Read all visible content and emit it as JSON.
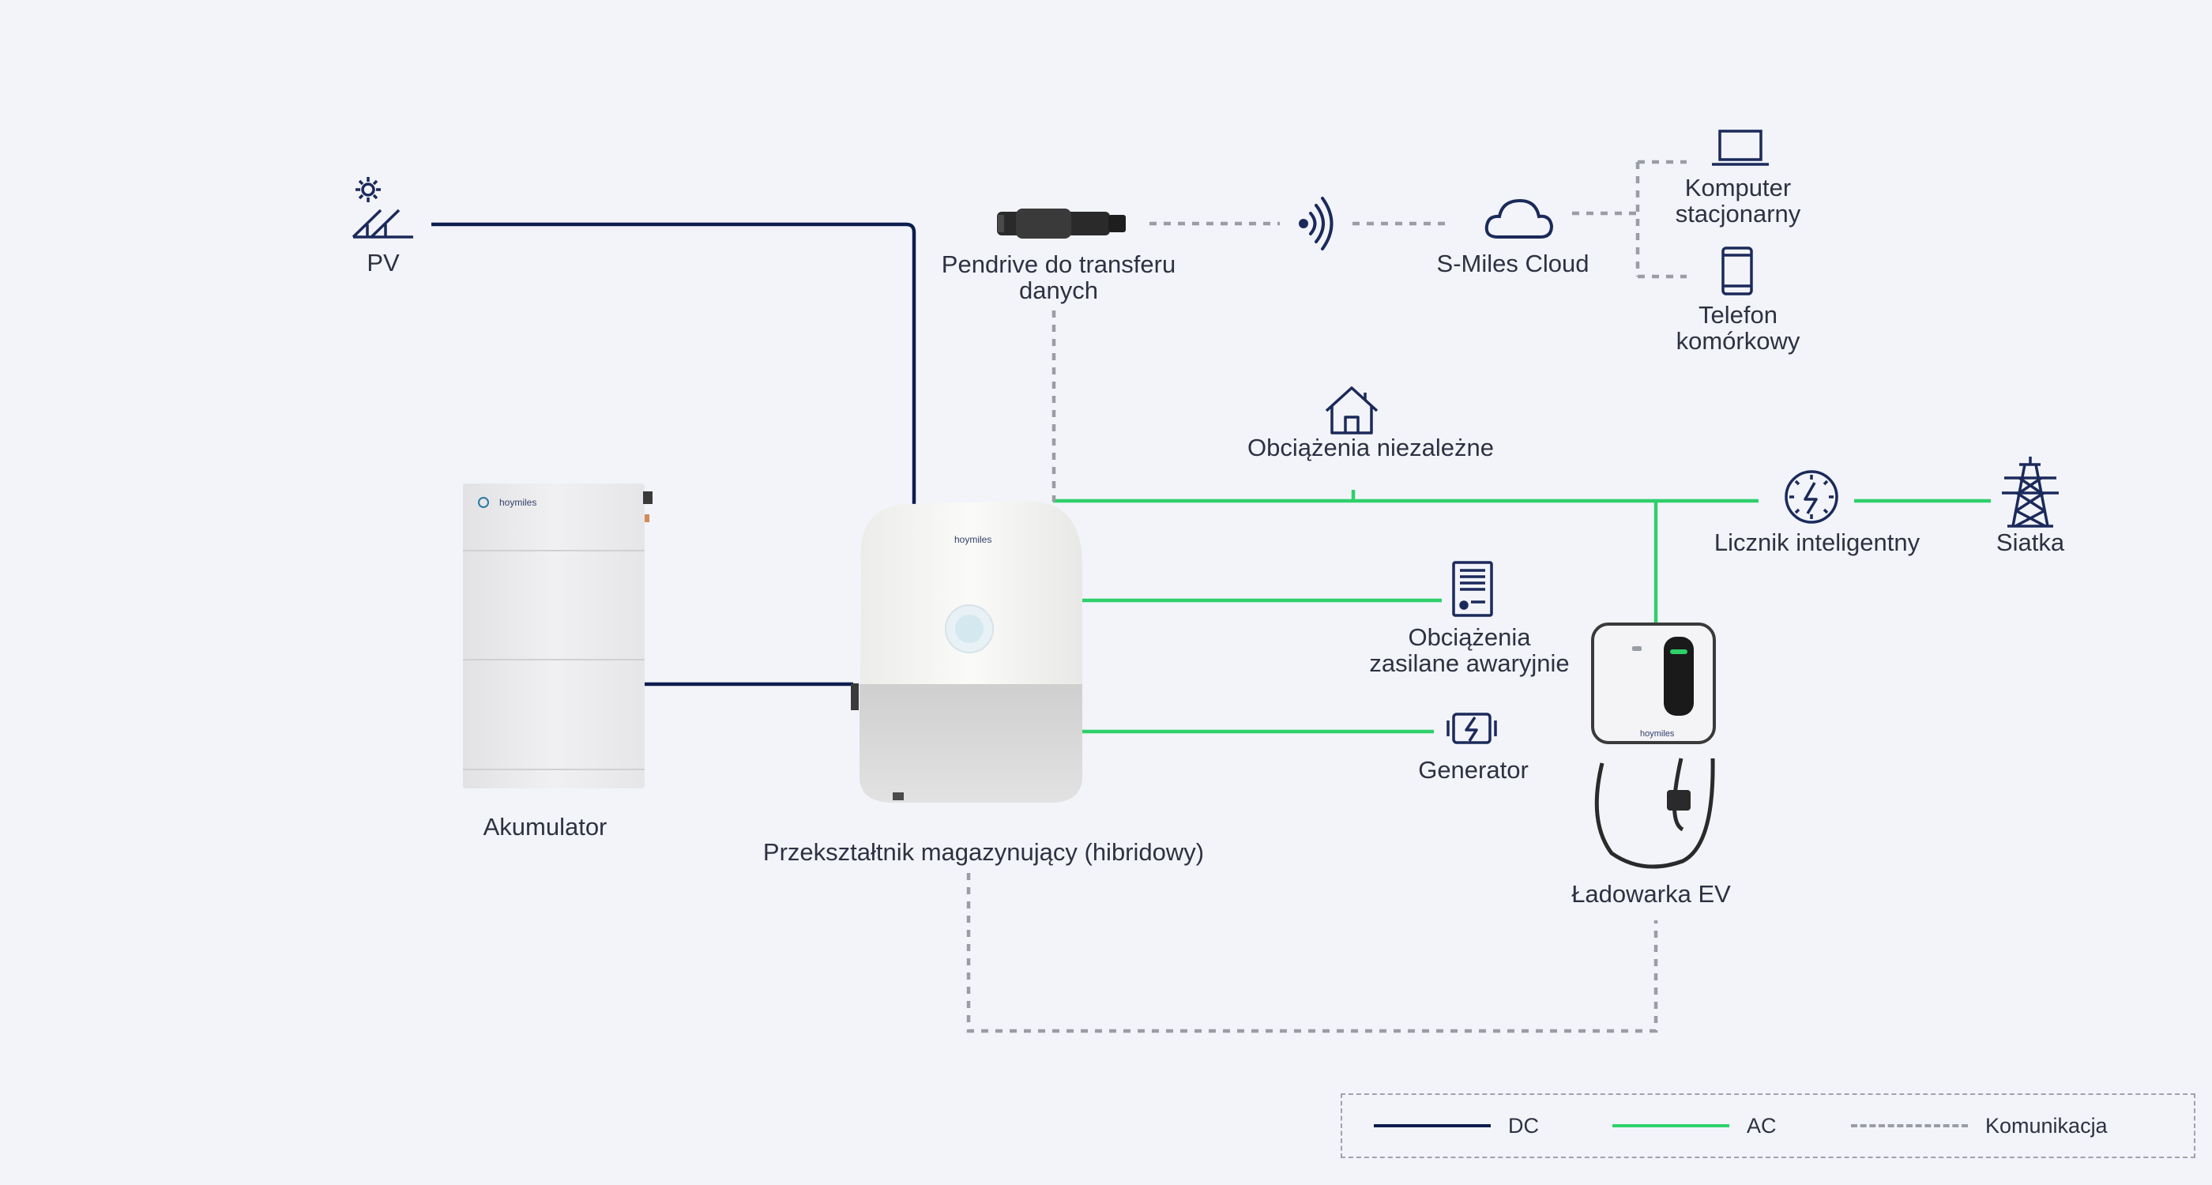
{
  "colors": {
    "dc": "#0e1d4e",
    "ac": "#2ed06a",
    "comm": "#9a9da4",
    "icon": "#1b2a5a"
  },
  "nodes": {
    "pv": "PV",
    "pendrive_line1": "Pendrive do transferu",
    "pendrive_line2": "danych",
    "cloud": "S-Miles Cloud",
    "desktop_line1": "Komputer",
    "desktop_line2": "stacjonarny",
    "phone_line1": "Telefon",
    "phone_line2": "komórkowy",
    "non_critical": "Obciążenia niezależne",
    "smart_meter": "Licznik inteligentny",
    "grid": "Siatka",
    "battery": "Akumulator",
    "battery_brand": "hoymiles",
    "inverter": "Przekształtnik magazynujący (hibridowy)",
    "inverter_brand": "hoymiles",
    "backup_line1": "Obciążenia",
    "backup_line2": "zasilane awaryjnie",
    "generator": "Generator",
    "ev_charger": "Ładowarka EV",
    "ev_brand": "hoymiles"
  },
  "legend": [
    {
      "label": "DC",
      "style": "solid",
      "color": "#0e1d4e"
    },
    {
      "label": "AC",
      "style": "solid",
      "color": "#2ed06a"
    },
    {
      "label": "Komunikacja",
      "style": "dashed",
      "color": "#9a9da4"
    }
  ],
  "icons": [
    "sun-icon",
    "solar-panel-icon",
    "usb-stick-icon",
    "wifi-signal-icon",
    "cloud-icon",
    "laptop-icon",
    "smartphone-icon",
    "house-icon",
    "meter-icon",
    "power-tower-icon",
    "backup-panel-icon",
    "generator-icon"
  ]
}
